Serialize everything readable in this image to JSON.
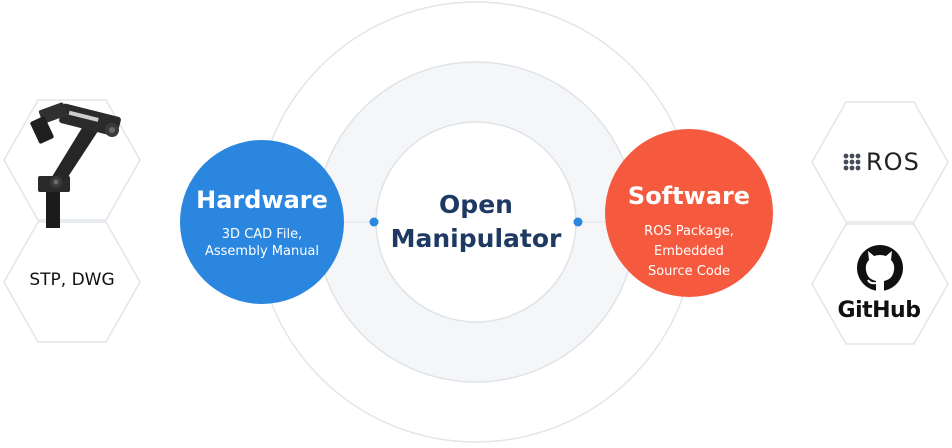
{
  "center": {
    "title_line1": "Open",
    "title_line2": "Manipulator"
  },
  "hardware": {
    "title": "Hardware",
    "subtitle_line1": "3D CAD File,",
    "subtitle_line2": "Assembly Manual",
    "color": "#2a86df"
  },
  "software": {
    "title": "Software",
    "subtitle_line1": "ROS Package,",
    "subtitle_line2": "Embedded",
    "subtitle_line3": "Source Code",
    "color": "#f55a3f"
  },
  "left_hexes": {
    "top_icon": "robot-arm-icon",
    "bottom_label": "STP, DWG"
  },
  "right_hexes": {
    "ros_label": "ROS",
    "ros_icon": "ros-dots-icon",
    "github_icon": "github-octocat-icon",
    "github_label": "GitHub"
  },
  "colors": {
    "center_title": "#1e3a63",
    "connector_dot": "#2a86df",
    "ring_stroke": "#dfe3e8"
  }
}
